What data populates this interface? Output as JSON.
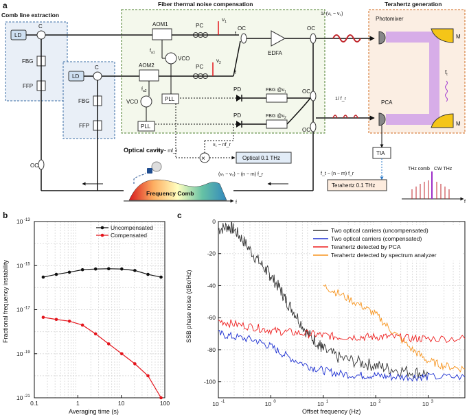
{
  "panel_a": {
    "letter": "a",
    "sections": {
      "comb_line": "Comb line extraction",
      "fiber": "Fiber thermal noise compensation",
      "thz": "Terahertz generation"
    },
    "components": {
      "ld": "LD",
      "circ": "C",
      "fbg": "FBG",
      "ffp": "FFP",
      "aom1": "AOM1",
      "aom2": "AOM2",
      "fa1": "f",
      "fa1_sub": "a1",
      "fa2": "f",
      "fa2_sub": "a2",
      "vco": "VCO",
      "pc": "PC",
      "pll": "PLL",
      "oc": "OC",
      "edfa": "EDFA",
      "pd": "PD",
      "fbg_v1": "FBG @ν",
      "fbg_v1_sub": "1",
      "fbg_v2": "FBG @ν",
      "fbg_v2_sub": "2",
      "photomixer": "Photomixer",
      "pca": "PCA",
      "m": "M",
      "tia": "TIA",
      "f": "f",
      "ft": "f",
      "ft_sub": "t",
      "nu1": "ν",
      "nu1_sub": "1",
      "nu2": "ν",
      "nu2_sub": "2"
    },
    "labels": {
      "optical_cavity": "Optical cavity",
      "frequency_comb": "Frequency Comb",
      "optical_box": "Optical 0.1 THz",
      "thz_box": "Terahertz 0.1 THz",
      "beat_formula": "(ν₁ − ν₂) − (n − m) f_r",
      "thz_formula": "f_t − (n − m) f_r",
      "v2_mfr": "ν₂ − mf_r",
      "v1_nfr": "ν₁ − nf_r",
      "period1": "1/ (ν₁ − ν₂)",
      "period2": "1/ f_r",
      "thz_comb": "THz comb",
      "cw_thz": "CW THz"
    }
  },
  "panel_b": {
    "letter": "b",
    "ylabel": "Fractional frequency instability",
    "xlabel": "Averaging time (s)",
    "yticks": [
      "10",
      "10",
      "10",
      "10",
      "10"
    ],
    "yexp": [
      "-13",
      "-15",
      "-17",
      "-19",
      "-21"
    ],
    "xticks": [
      "0.1",
      "1",
      "10",
      "100"
    ],
    "legend": [
      "Uncompensated",
      "Compensated"
    ]
  },
  "panel_c": {
    "letter": "c",
    "ylabel": "SSB phase noise (dBc/Hz)",
    "xlabel": "Offset frequency (Hz)",
    "yticks": [
      "0",
      "-20",
      "-40",
      "-60",
      "-80",
      "-100"
    ],
    "xticks": [
      "10",
      "10",
      "10",
      "10",
      "10"
    ],
    "xexp": [
      "-1",
      "0",
      "1",
      "2",
      "3"
    ],
    "legend": [
      "Two optical carriers (uncompensated)",
      "Two optical carriers (compensated)",
      "Terahertz detected by PCA",
      "Terahertz detected by spectrum analyzer"
    ]
  },
  "colors": {
    "uncomp": "#111111",
    "comp": "#e4141b",
    "blue": "#1c2fd1",
    "red": "#ee1c1c",
    "orange": "#f7941d",
    "gray": "#333333",
    "green_dash": "#4a7c2a",
    "blue_dash": "#3a6ea5",
    "orange_dash": "#d2691e",
    "fiber_bg": "#f4f8ec",
    "comb_bg": "#e9eff7",
    "thz_bg": "#fbeee3",
    "beam": "#c792ea"
  },
  "chart_data": [
    {
      "type": "line",
      "ylabel": "Fractional frequency instability",
      "xlabel": "Averaging time (s)",
      "xscale": "log",
      "yscale": "log",
      "xlim": [
        0.1,
        100
      ],
      "ylim": [
        1e-21,
        1e-13
      ],
      "grid": true,
      "legend_position": "top-right",
      "series": [
        {
          "name": "Uncompensated",
          "x": [
            0.16,
            0.32,
            0.64,
            1.28,
            2.56,
            5.12,
            10.24,
            20.48,
            40.96,
            81.92
          ],
          "y": [
            3e-16,
            4e-16,
            5e-16,
            6.5e-16,
            7e-16,
            7.2e-16,
            7e-16,
            6e-16,
            4e-16,
            3e-16
          ]
        },
        {
          "name": "Compensated",
          "x": [
            0.16,
            0.32,
            0.64,
            1.28,
            2.56,
            5.12,
            10.24,
            20.48,
            40.96,
            81.92
          ],
          "y": [
            4.5e-18,
            3.6e-18,
            3e-18,
            2e-18,
            8e-19,
            2.8e-19,
            1e-19,
            3.5e-20,
            1e-20,
            1e-21
          ]
        }
      ]
    },
    {
      "type": "line",
      "ylabel": "SSB phase noise (dBc/Hz)",
      "xlabel": "Offset frequency (Hz)",
      "xscale": "log",
      "xlim": [
        0.1,
        5000
      ],
      "ylim": [
        -110,
        0
      ],
      "grid": true,
      "legend_position": "top-right",
      "series": [
        {
          "name": "Two optical carriers (uncompensated)",
          "x": [
            0.1,
            0.15,
            0.2,
            0.3,
            0.5,
            0.8,
            1,
            1.5,
            2,
            3,
            5,
            8,
            10,
            20,
            50,
            100,
            200,
            500,
            1000
          ],
          "y": [
            -5,
            -3,
            -5,
            -12,
            -22,
            -30,
            -34,
            -42,
            -50,
            -58,
            -70,
            -76,
            -80,
            -85,
            -88,
            -90,
            -92,
            -94,
            -95
          ]
        },
        {
          "name": "Two optical carriers (compensated)",
          "x": [
            0.1,
            0.2,
            0.5,
            1,
            2,
            5,
            10,
            20,
            50,
            100,
            200,
            500,
            1000,
            5000
          ],
          "y": [
            -70,
            -72,
            -74,
            -78,
            -84,
            -90,
            -93,
            -95,
            -96,
            -96,
            -97,
            -97,
            -97,
            -97
          ]
        },
        {
          "name": "Terahertz detected by PCA",
          "x": [
            0.1,
            0.2,
            0.5,
            1,
            2,
            5,
            10,
            20,
            50,
            100,
            200,
            500,
            1000,
            5000
          ],
          "y": [
            -62,
            -64,
            -66,
            -68,
            -69,
            -70,
            -71,
            -72,
            -72,
            -72,
            -72,
            -73,
            -73,
            -73
          ]
        },
        {
          "name": "Terahertz detected by spectrum analyzer",
          "x": [
            10,
            20,
            50,
            100,
            200,
            500,
            1000,
            2000,
            5000
          ],
          "y": [
            -40,
            -45,
            -52,
            -58,
            -68,
            -80,
            -87,
            -90,
            -92
          ]
        }
      ]
    }
  ]
}
